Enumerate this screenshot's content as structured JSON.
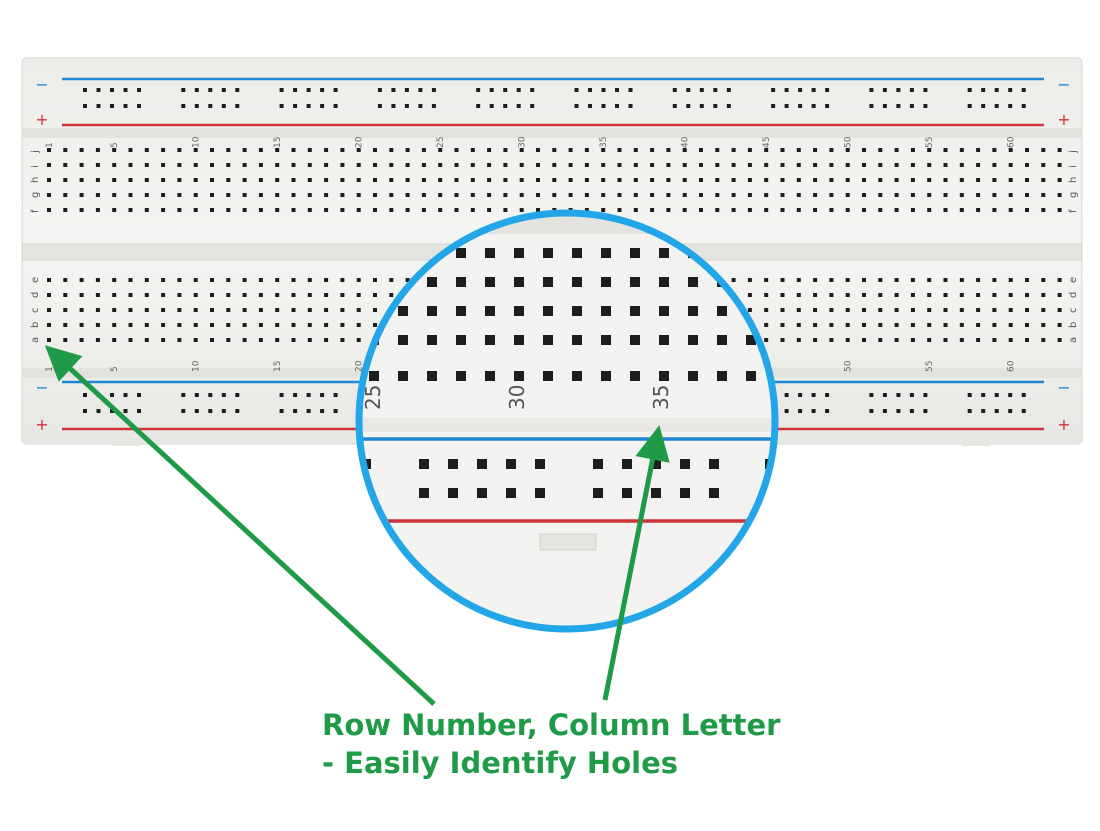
{
  "rail_signs": {
    "minus": "−",
    "plus": "+"
  },
  "column_numbers": [
    "1",
    "5",
    "10",
    "15",
    "20",
    "25",
    "30",
    "35",
    "40",
    "45",
    "50",
    "55",
    "60"
  ],
  "upper_row_letters": [
    "j",
    "i",
    "h",
    "g",
    "f"
  ],
  "lower_row_letters": [
    "e",
    "d",
    "c",
    "b",
    "a"
  ],
  "zoom_column_numbers": [
    "25",
    "30",
    "35"
  ],
  "callout": {
    "line1": "Row Number, Column Letter",
    "line2": "- Easily Identify Holes"
  },
  "colors": {
    "board": "#f1f1ef",
    "hole": "#1d1d1d",
    "rail_blue": "#1e88d8",
    "rail_red": "#d0323a",
    "zoom_ring": "#22a6e8",
    "annotation_green": "#1f9a46"
  }
}
